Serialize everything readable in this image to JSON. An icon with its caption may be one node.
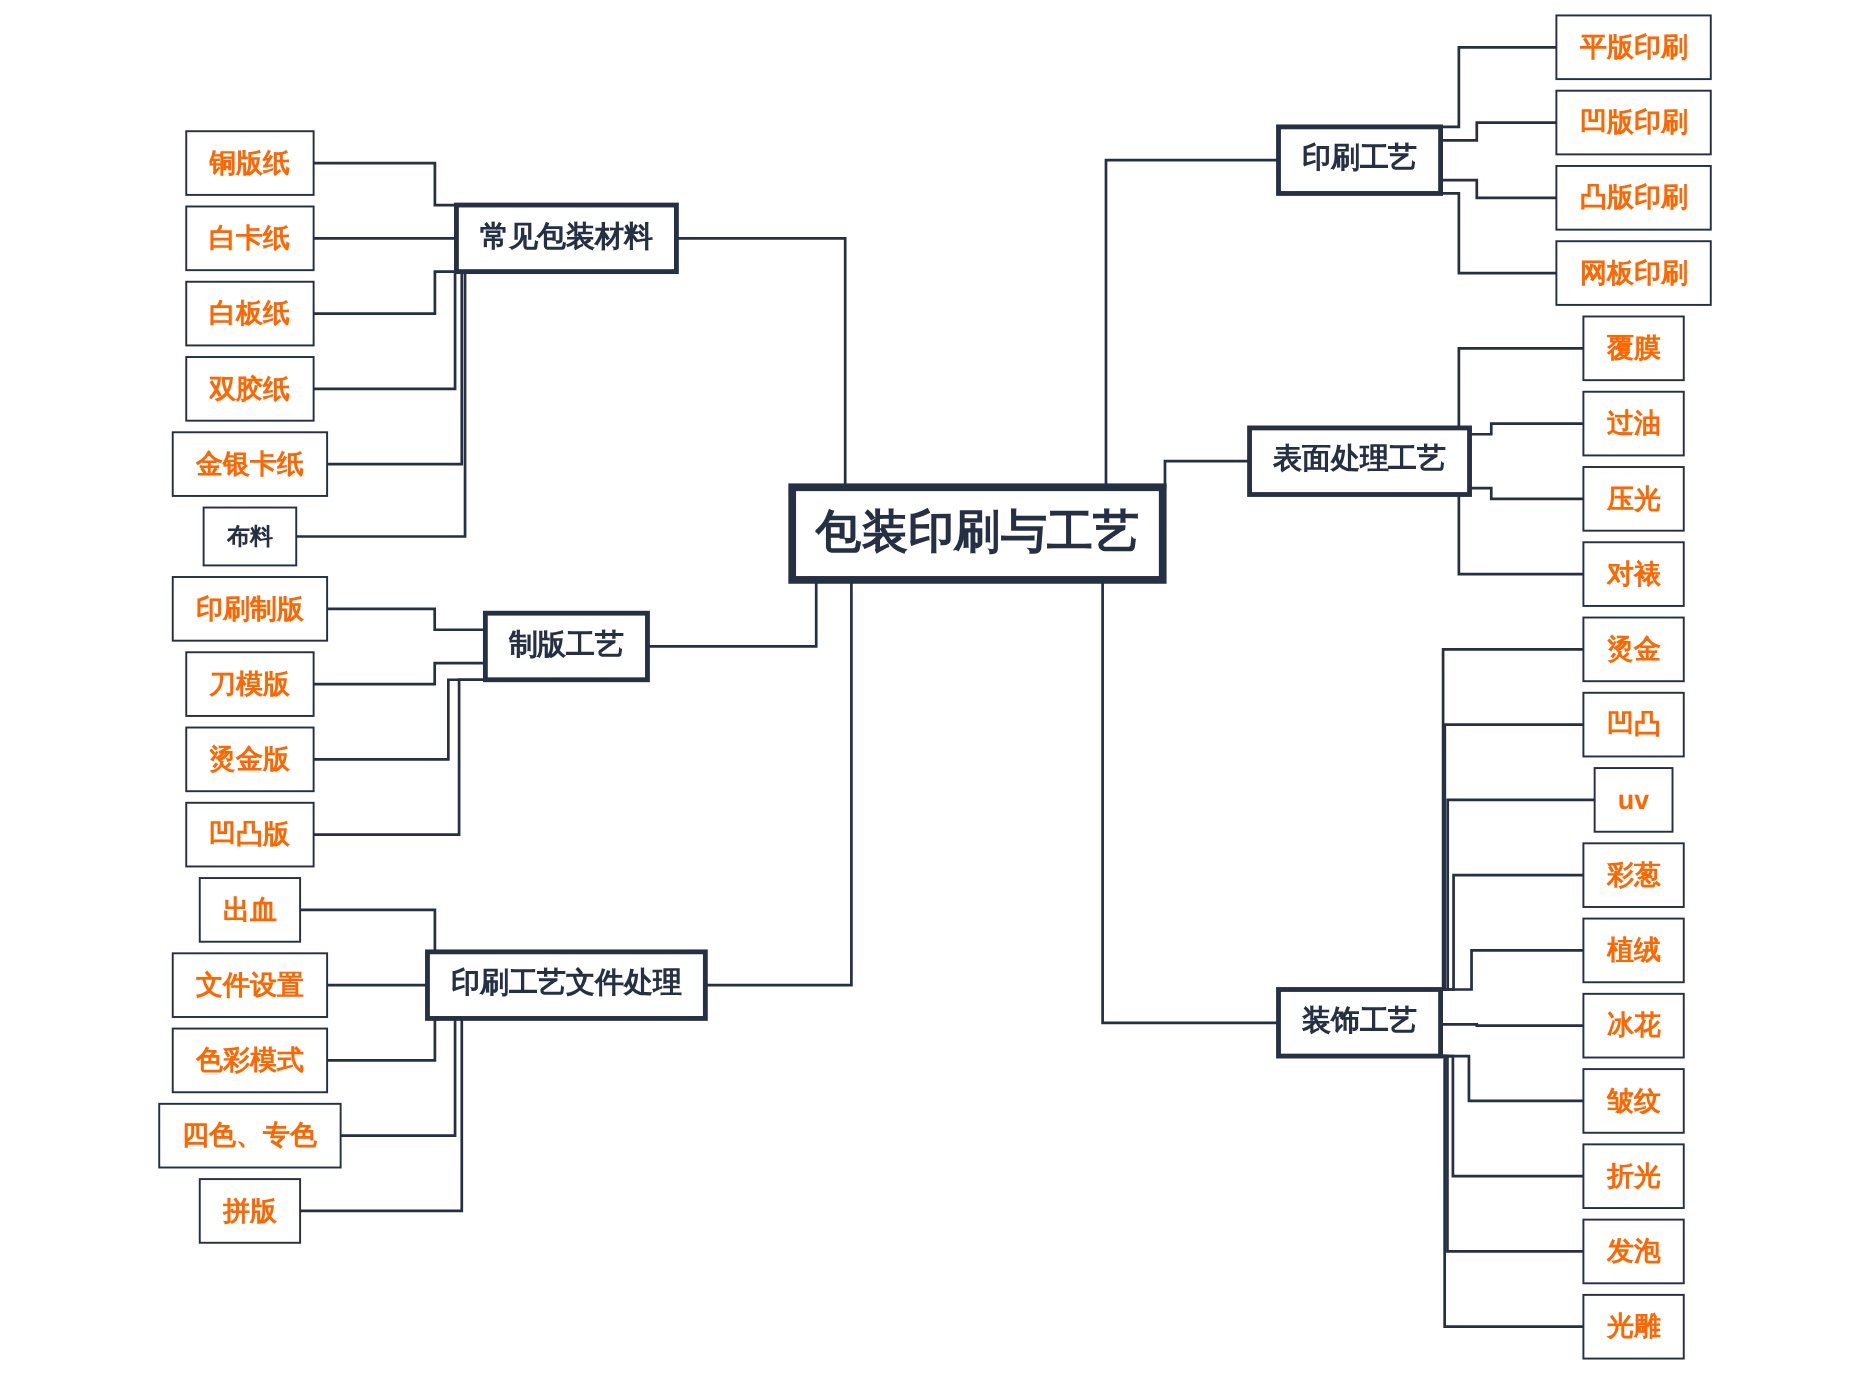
{
  "diagram": {
    "nodes": [
      {
        "text": [
          "包装印刷与工艺"
        ]
      },
      {
        "text": [
          "常见包装材料"
        ]
      },
      {
        "text": [
          "铜版纸"
        ]
      },
      {
        "text": [
          "白卡纸"
        ]
      },
      {
        "text": [
          "白板纸"
        ]
      },
      {
        "text": [
          "双胶纸"
        ]
      },
      {
        "text": [
          "金银卡纸"
        ]
      },
      {
        "text": [
          "布料"
        ]
      },
      {
        "text": [
          "制版工艺"
        ]
      },
      {
        "text": [
          "印刷制版"
        ]
      },
      {
        "text": [
          "刀模版"
        ]
      },
      {
        "text": [
          "烫金版"
        ]
      },
      {
        "text": [
          "凹凸版"
        ]
      },
      {
        "text": [
          "印刷工艺文件处理"
        ]
      },
      {
        "text": [
          "出血"
        ]
      },
      {
        "text": [
          "文件设置"
        ]
      },
      {
        "text": [
          "色彩模式"
        ]
      },
      {
        "text": [
          "四色、专色"
        ]
      },
      {
        "text": [
          "拼版"
        ]
      },
      {
        "text": [
          "印刷工艺"
        ]
      },
      {
        "text": [
          "平版印刷"
        ]
      },
      {
        "text": [
          "凹版印刷"
        ]
      },
      {
        "text": [
          "凸版印刷"
        ]
      },
      {
        "text": [
          "网板印刷"
        ]
      },
      {
        "text": [
          "表面处理工艺"
        ]
      },
      {
        "text": [
          "覆膜"
        ]
      },
      {
        "text": [
          "过油"
        ]
      },
      {
        "text": [
          "压光"
        ]
      },
      {
        "text": [
          "对裱"
        ]
      },
      {
        "text": [
          "装饰工艺"
        ]
      },
      {
        "text": [
          "烫金"
        ]
      },
      {
        "text": [
          "凹凸"
        ]
      },
      {
        "text": [
          "uv"
        ]
      },
      {
        "text": [
          "彩葱"
        ]
      },
      {
        "text": [
          "植绒"
        ]
      },
      {
        "text": [
          "冰花"
        ]
      },
      {
        "text": [
          "皱纹"
        ]
      },
      {
        "text": [
          "折光"
        ]
      },
      {
        "text": [
          "发泡"
        ]
      },
      {
        "text": [
          "光雕"
        ]
      }
    ],
    "edges": [
      {
        "from": 1,
        "to": 0,
        "arrow": "none"
      },
      {
        "from": 2,
        "to": 1,
        "arrow": "none"
      },
      {
        "from": 3,
        "to": 1,
        "arrow": "none"
      },
      {
        "from": 4,
        "to": 1,
        "arrow": "none"
      },
      {
        "from": 5,
        "to": 1,
        "arrow": "none"
      },
      {
        "from": 6,
        "to": 1,
        "arrow": "none"
      },
      {
        "from": 7,
        "to": 1,
        "arrow": "none"
      },
      {
        "from": 8,
        "to": 0,
        "arrow": "none"
      },
      {
        "from": 9,
        "to": 8,
        "arrow": "none"
      },
      {
        "from": 10,
        "to": 8,
        "arrow": "none"
      },
      {
        "from": 11,
        "to": 8,
        "arrow": "none"
      },
      {
        "from": 12,
        "to": 8,
        "arrow": "none"
      },
      {
        "from": 13,
        "to": 0,
        "arrow": "none"
      },
      {
        "from": 14,
        "to": 13,
        "arrow": "none"
      },
      {
        "from": 15,
        "to": 13,
        "arrow": "none"
      },
      {
        "from": 16,
        "to": 13,
        "arrow": "none"
      },
      {
        "from": 17,
        "to": 13,
        "arrow": "none"
      },
      {
        "from": 18,
        "to": 13,
        "arrow": "none"
      },
      {
        "from": 0,
        "to": 19,
        "arrow": "none"
      },
      {
        "from": 19,
        "to": 20,
        "arrow": "none"
      },
      {
        "from": 19,
        "to": 21,
        "arrow": "none"
      },
      {
        "from": 19,
        "to": 22,
        "arrow": "none"
      },
      {
        "from": 19,
        "to": 23,
        "arrow": "none"
      },
      {
        "from": 0,
        "to": 24,
        "arrow": "none"
      },
      {
        "from": 24,
        "to": 25,
        "arrow": "none"
      },
      {
        "from": 24,
        "to": 26,
        "arrow": "none"
      },
      {
        "from": 24,
        "to": 27,
        "arrow": "none"
      },
      {
        "from": 24,
        "to": 28,
        "arrow": "none"
      },
      {
        "from": 0,
        "to": 29,
        "arrow": "none"
      },
      {
        "from": 29,
        "to": 30,
        "arrow": "none"
      },
      {
        "from": 29,
        "to": 31,
        "arrow": "none"
      },
      {
        "from": 29,
        "to": 32,
        "arrow": "none"
      },
      {
        "from": 29,
        "to": 33,
        "arrow": "none"
      },
      {
        "from": 29,
        "to": 34,
        "arrow": "none"
      },
      {
        "from": 29,
        "to": 35,
        "arrow": "none"
      },
      {
        "from": 29,
        "to": 36,
        "arrow": "none"
      },
      {
        "from": 29,
        "to": 37,
        "arrow": "none"
      },
      {
        "from": 29,
        "to": 38,
        "arrow": "none"
      },
      {
        "from": 29,
        "to": 39,
        "arrow": "none"
      }
    ]
  }
}
